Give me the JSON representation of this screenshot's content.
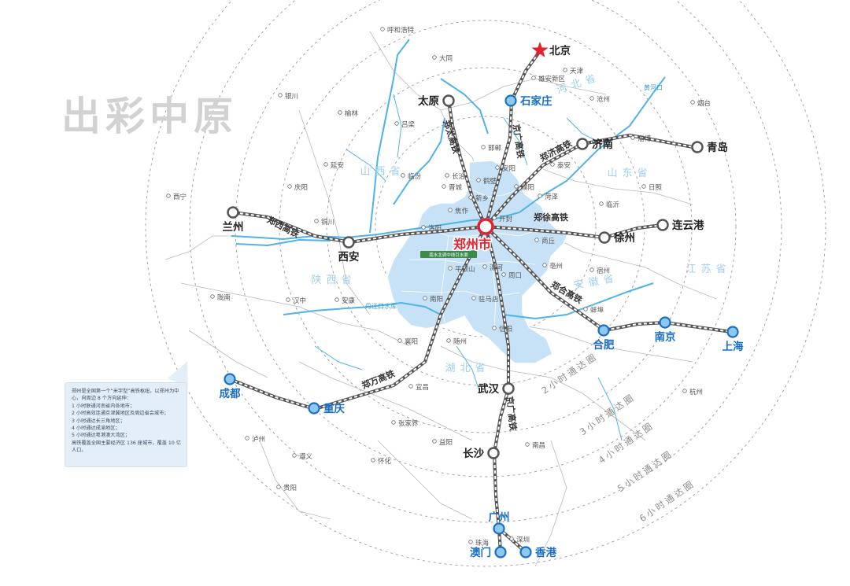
{
  "title": "出彩中原",
  "center": {
    "name": "郑州市",
    "subtitle": "南水北调中线引水渠"
  },
  "rings": [
    "2小时通达圈",
    "3小时通达圈",
    "4小时通达圈",
    "5小时通达圈",
    "6小时通达圈"
  ],
  "railways": [
    {
      "id": "zhengxi",
      "label": "郑西高铁"
    },
    {
      "id": "zhengtai",
      "label": "郑太高铁"
    },
    {
      "id": "jingguang_n",
      "label": "京广高铁"
    },
    {
      "id": "zhengji",
      "label": "郑济高铁"
    },
    {
      "id": "zhengxu",
      "label": "郑徐高铁"
    },
    {
      "id": "zhenghe",
      "label": "郑合高铁"
    },
    {
      "id": "zhengwan",
      "label": "郑万高铁"
    },
    {
      "id": "jingguang_s",
      "label": "京广高铁"
    }
  ],
  "major_cities": [
    {
      "name": "北京",
      "kind": "star"
    },
    {
      "name": "石家庄",
      "kind": "blue"
    },
    {
      "name": "太原",
      "kind": "gray"
    },
    {
      "name": "济南",
      "kind": "gray"
    },
    {
      "name": "青岛",
      "kind": "gray"
    },
    {
      "name": "徐州",
      "kind": "gray"
    },
    {
      "name": "连云港",
      "kind": "gray"
    },
    {
      "name": "兰州",
      "kind": "gray"
    },
    {
      "name": "西安",
      "kind": "gray"
    },
    {
      "name": "合肥",
      "kind": "blue"
    },
    {
      "name": "南京",
      "kind": "blue"
    },
    {
      "name": "上海",
      "kind": "blue"
    },
    {
      "name": "成都",
      "kind": "blue"
    },
    {
      "name": "重庆",
      "kind": "blue"
    },
    {
      "name": "武汉",
      "kind": "gray"
    },
    {
      "name": "长沙",
      "kind": "gray"
    },
    {
      "name": "广州",
      "kind": "blue"
    },
    {
      "name": "澳门",
      "kind": "blue"
    },
    {
      "name": "香港",
      "kind": "blue"
    }
  ],
  "minor_cities": [
    "呼和浩特",
    "大同",
    "银川",
    "榆林",
    "吕梁",
    "延安",
    "庆阳",
    "铜川",
    "西宁",
    "天津",
    "雄安新区",
    "沧州",
    "烟台",
    "淄博",
    "泰安",
    "日照",
    "临沂",
    "菏泽",
    "邯郸",
    "安阳",
    "鹤壁",
    "濮阳",
    "长治",
    "晋城",
    "临汾",
    "焦作",
    "新乡",
    "洛阳",
    "开封",
    "商丘",
    "平顶山",
    "漯河",
    "周口",
    "亳州",
    "宿州",
    "蚌埠",
    "南阳",
    "驻马店",
    "信阳",
    "汉中",
    "安康",
    "陇南",
    "襄阳",
    "随州",
    "宜昌",
    "张家界",
    "益阳",
    "南昌",
    "怀化",
    "泸州",
    "遵义",
    "贵阳",
    "杭州",
    "珠海",
    "深圳"
  ],
  "provinces": [
    "山西省",
    "河北省",
    "山东省",
    "陕西省",
    "安徽省",
    "江苏省",
    "湖北省"
  ],
  "rivers": [
    "黄河口",
    "丹江口水库"
  ],
  "info": {
    "intro": "郑州是全国第一个“米字型”高铁枢纽，以郑州为中心，向周边 8 个方向延伸：",
    "items": [
      "1 小时联通河南省内各地市；",
      "2 小时高效连通京津冀地区及周边省会城市；",
      "3 小时通达长三角地区；",
      "4 小时通达成渝地区；",
      "5 小时通达粤港澳大湾区；"
    ],
    "summary": "高铁覆盖全国主要经济区 136 座城市，覆盖 10 亿人口。"
  },
  "colors": {
    "henan": "#c7e2f7",
    "rail_outer": "#555555",
    "water": "#4fb3e8",
    "center": "#e5202e",
    "blue_city": "#1a6fc4",
    "star": "#e5202e",
    "ring": "#9a9a9a"
  }
}
